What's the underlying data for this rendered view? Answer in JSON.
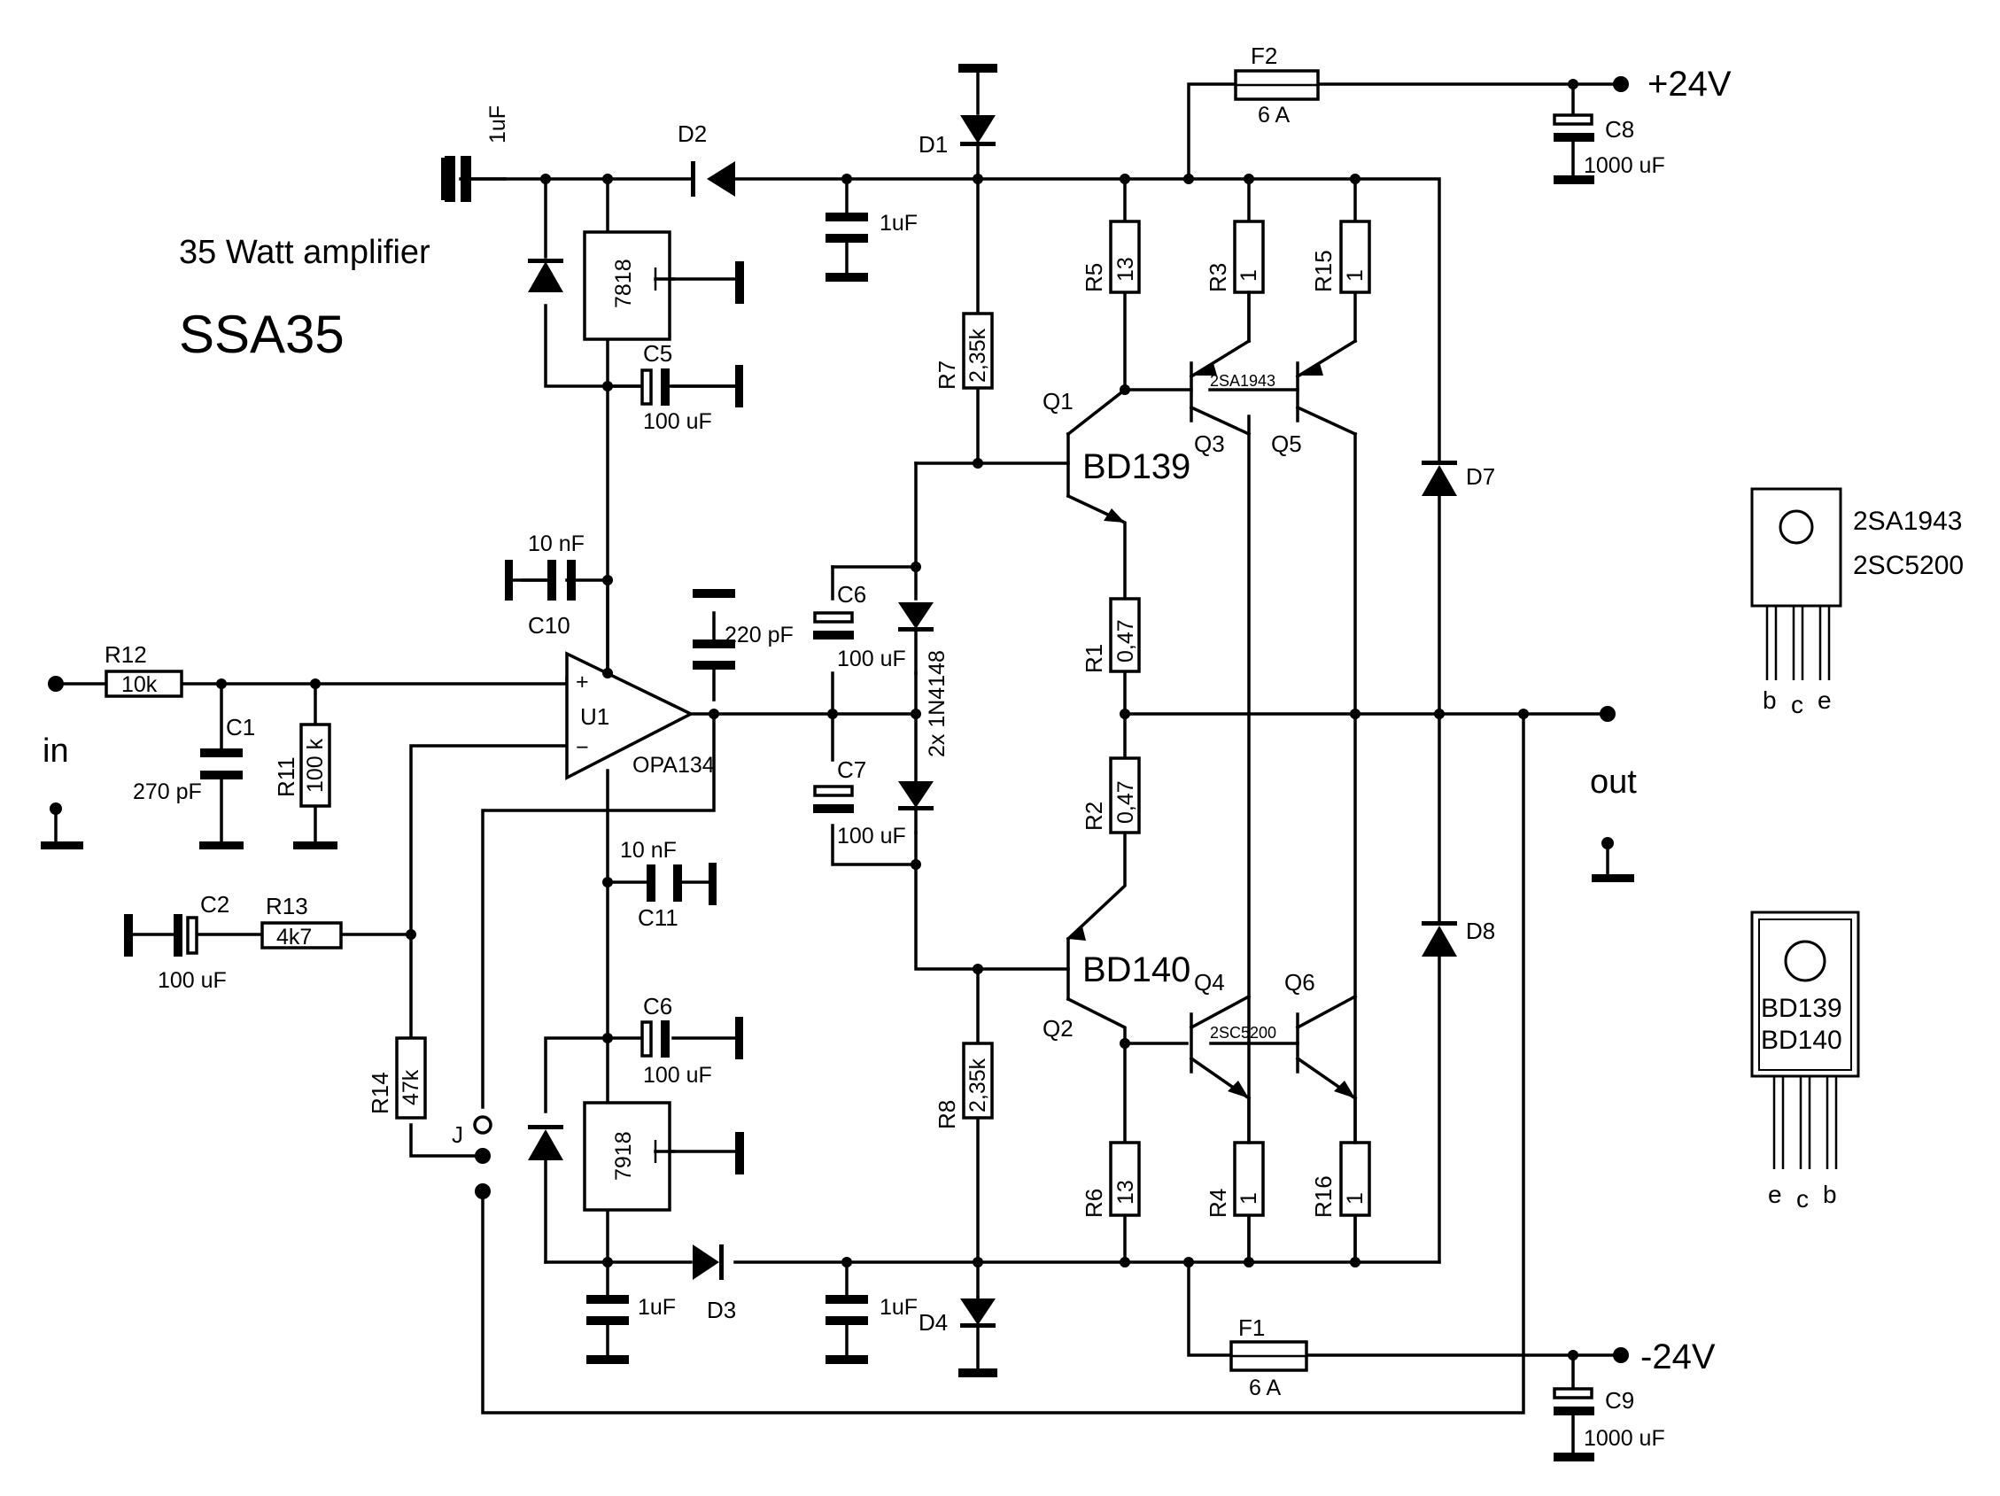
{
  "title": "35 Watt amplifier",
  "model": "SSA35",
  "ports": {
    "input": "in",
    "output": "out",
    "positive_rail": "+24V",
    "negative_rail": "-24V",
    "jumper": "J"
  },
  "resistors": {
    "R1": {
      "name": "R1",
      "value": "0,47"
    },
    "R2": {
      "name": "R2",
      "value": "0,47"
    },
    "R3": {
      "name": "R3",
      "value": "1"
    },
    "R4": {
      "name": "R4",
      "value": "1"
    },
    "R5": {
      "name": "R5",
      "value": "13"
    },
    "R6": {
      "name": "R6",
      "value": "13"
    },
    "R7": {
      "name": "R7",
      "value": "2,35k"
    },
    "R8": {
      "name": "R8",
      "value": "2,35k"
    },
    "R11": {
      "name": "R11",
      "value": "100 k"
    },
    "R12": {
      "name": "R12",
      "value": "10k"
    },
    "R13": {
      "name": "R13",
      "value": "4k7"
    },
    "R14": {
      "name": "R14",
      "value": "47k"
    },
    "R15": {
      "name": "R15",
      "value": "1"
    },
    "R16": {
      "name": "R16",
      "value": "1"
    }
  },
  "capacitors": {
    "C1": {
      "name": "C1",
      "value": "270 pF"
    },
    "C2": {
      "name": "C2",
      "value": "100 uF"
    },
    "C5": {
      "name": "C5",
      "value": "100 uF"
    },
    "C6a": {
      "name": "C6",
      "value": "100 uF"
    },
    "C6b": {
      "name": "C6",
      "value": "100 uF"
    },
    "C7": {
      "name": "C7",
      "value": "100 uF"
    },
    "C8": {
      "name": "C8",
      "value": "1000 uF"
    },
    "C9": {
      "name": "C9",
      "value": "1000 uF"
    },
    "C10": {
      "name": "C10",
      "value": "10 nF"
    },
    "C11": {
      "name": "C11",
      "value": "10 nF"
    },
    "Cin_top": {
      "value": "1uF"
    },
    "Ctop": {
      "value": "1uF"
    },
    "Cbot1": {
      "value": "1uF"
    },
    "Cbot2": {
      "value": "1uF"
    },
    "Cfb": {
      "value": "220 pF"
    }
  },
  "diodes": {
    "D1": "D1",
    "D2": "D2",
    "D3": "D3",
    "D4": "D4",
    "D7": "D7",
    "D8": "D8",
    "bias_pair": "2x 1N4148"
  },
  "fuses": {
    "F1": {
      "name": "F1",
      "value": "6 A"
    },
    "F2": {
      "name": "F2",
      "value": "6 A"
    }
  },
  "regulators": {
    "pos": "7818",
    "neg": "7918"
  },
  "opamp": {
    "name": "U1",
    "part": "OPA134",
    "plus": "+",
    "minus": "−"
  },
  "transistors": {
    "Q1": {
      "name": "Q1",
      "part": "BD139"
    },
    "Q2": {
      "name": "Q2",
      "part": "BD140"
    },
    "Q3": {
      "name": "Q3",
      "part": "2SA1943"
    },
    "Q4": {
      "name": "Q4",
      "part": "2SC5200"
    },
    "Q5": {
      "name": "Q5"
    },
    "Q6": {
      "name": "Q6"
    }
  },
  "packages": {
    "power": {
      "parts": [
        "2SA1943",
        "2SC5200"
      ],
      "pins": [
        "b",
        "c",
        "e"
      ]
    },
    "driver": {
      "parts": [
        "BD139",
        "BD140"
      ],
      "pins": [
        "e",
        "c",
        "b"
      ]
    }
  }
}
